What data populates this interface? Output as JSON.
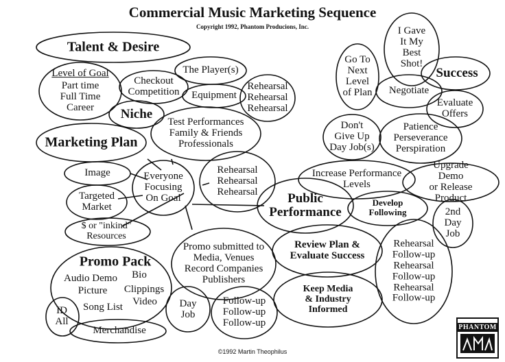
{
  "title": "Commercial Music Marketing Sequence",
  "subtitle": "Copyright 1992, Phantom Producions, Inc.",
  "footer": "©1992 Martin Theophilus",
  "logo": {
    "text": "PHANTOM",
    "icon": "phantom-logo-icon"
  },
  "nodes": {
    "talent": "Talent & Desire",
    "goal_heading": "Level of Goal",
    "goal_items": "Part time\nFull Time\nCareer",
    "checkout": "Checkout\nCompetition",
    "players": "The Player(s)",
    "equipment": "Equipment",
    "rehearsal_top": "Rehearsal\nRehearsal\nRehearsal",
    "niche": "Niche",
    "test_performances": "Test Performances\nFamily & Friends\nProfessionals",
    "marketing_plan": "Marketing Plan",
    "image": "Image",
    "everyone": "Everyone\nFocusing\nOn Goal",
    "rehearsal_mid": "Rehearsal\nRehearsal\nRehearsal",
    "targeted": "Targeted\nMarket",
    "resources": "$ or \"inkind\"\nResources",
    "promo_pack": "Promo Pack",
    "audio_demo": "Audio Demo",
    "bio": "Bio",
    "picture": "Picture",
    "clippings": "Clippings",
    "video": "Video",
    "song_list": "Song List",
    "id_all": "ID\nAll",
    "merchandise": "Merchandise",
    "promo_submitted": "Promo submitted to\nMedia, Venues\nRecord Companies\nPublishers",
    "day_job": "Day\nJob",
    "followup_3": "Follow-up\nFollow-up\nFollow-up",
    "keep_media": "Keep Media\n& Industry\nInformed",
    "review_plan": "Review Plan &\nEvaluate Success",
    "public_performance": "Public\nPerformance",
    "develop_following": "Develop\nFollowing",
    "increase_levels": "Increase Performance\nLevels",
    "upgrade_demo": "Upgrade Demo\nor Release Product",
    "second_day_job": "2nd\nDay\nJob",
    "rehearsal_followup": "Rehearsal\nFollow-up\nRehearsal\nFollow-up\nRehearsal\nFollow-up",
    "dont_give_up": "Don't\nGive Up\nDay Job(s)",
    "patience": "Patience\nPerseverance\nPerspiration",
    "go_to_next": "Go To\nNext\nLevel\nof Plan",
    "i_gave": "I Gave\nIt My\nBest\nShot!",
    "success": "Success",
    "negotiate": "Negotiate",
    "evaluate_offers": "Evaluate\nOffers"
  }
}
